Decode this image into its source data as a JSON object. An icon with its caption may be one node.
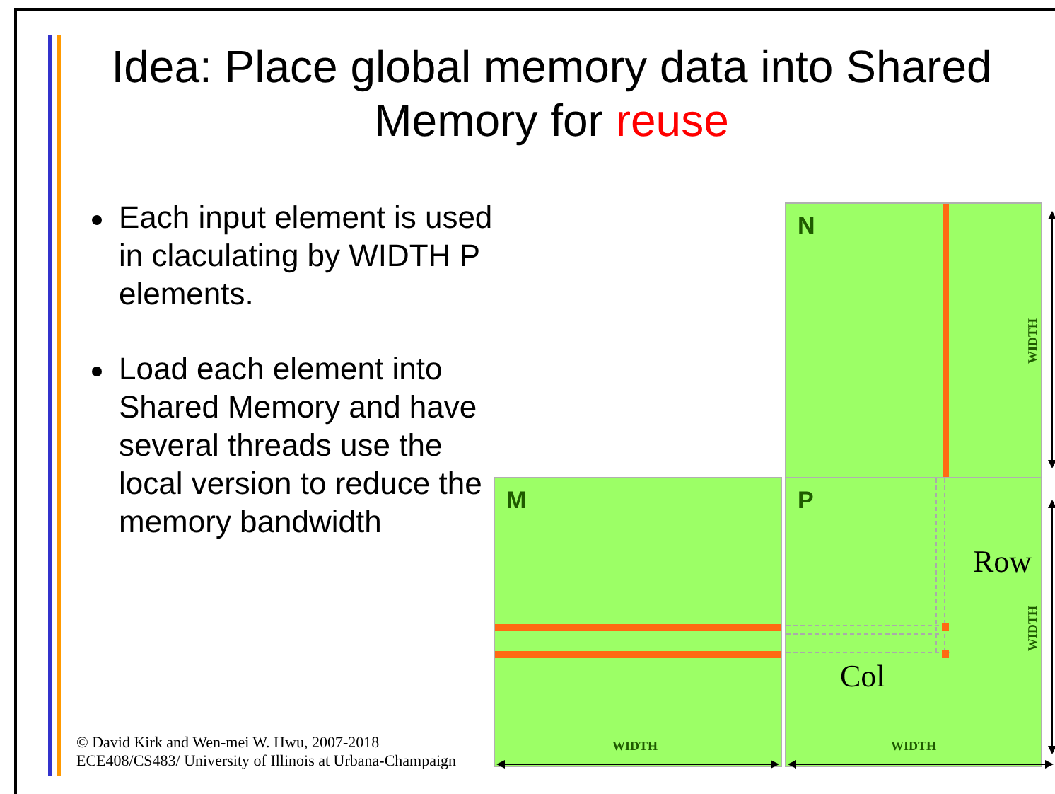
{
  "diagram": {
    "title": "Idea: Place global memory data into Shared Memory for reuse",
    "nodes": [
      {
        "text": [
          "N"
        ]
      },
      {
        "text": [
          "M"
        ]
      },
      {
        "text": [
          "P"
        ]
      }
    ],
    "labels": [
      "Each input element is used in claculating by WIDTH P elements.",
      "Load each element into Shared Memory and have several threads use the local version to reduce the memory bandwidth",
      "WIDTH",
      "WIDTH",
      "Row",
      "WIDTH",
      "Col",
      "WIDTH",
      "© David Kirk and Wen-mei W. Hwu, 2007-2018 ECE408/CS483/ University of Illinois at Urbana-Champaign"
    ]
  }
}
